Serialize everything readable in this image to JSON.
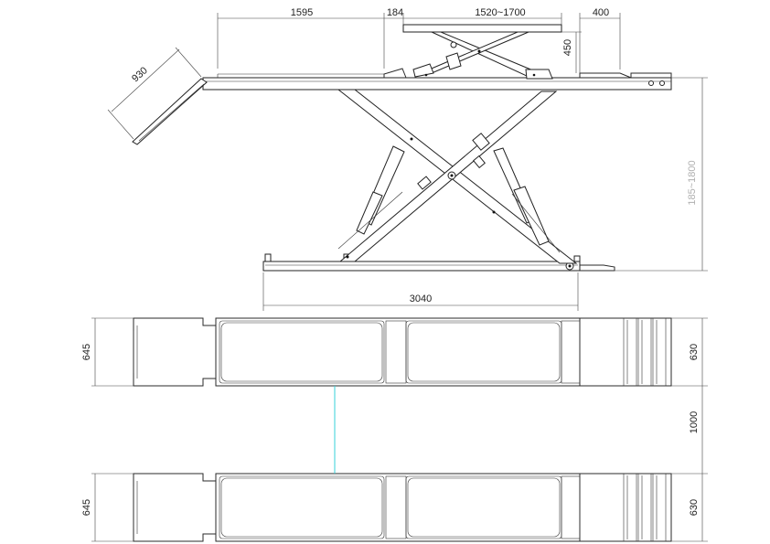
{
  "dimensions": {
    "side_view": {
      "platform_length": "1595",
      "ramp_gap": "184",
      "jack_range": "1520~1700",
      "extension": "400",
      "jack_height": "450",
      "ramp_length": "930",
      "height_range": "185~1800",
      "base_length": "3040"
    },
    "top_view": {
      "width_left_top": "645",
      "width_right_top": "630",
      "spacing": "1000",
      "width_left_bottom": "645",
      "width_right_bottom": "630"
    }
  },
  "colors": {
    "line": "#2a2a2a",
    "dimension_gray_text": "#b0b0b0",
    "center_line": "#36d0d8"
  }
}
